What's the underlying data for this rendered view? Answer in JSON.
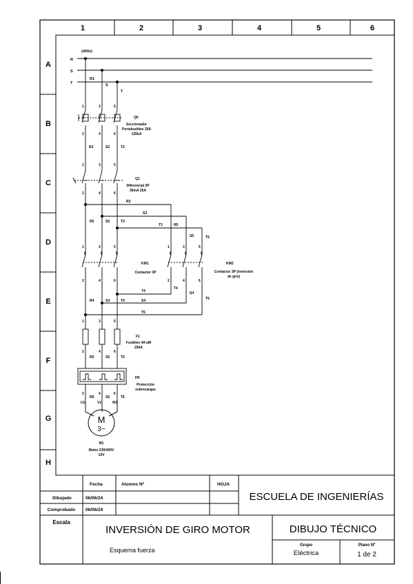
{
  "grid": {
    "columns": [
      "1",
      "2",
      "3",
      "4",
      "5",
      "6"
    ],
    "rows": [
      "A",
      "B",
      "C",
      "D",
      "E",
      "F",
      "G",
      "H"
    ]
  },
  "supply": {
    "voltage": "(400v)",
    "phases": [
      "R",
      "S",
      "T"
    ],
    "r1": "R1",
    "s_short": "S",
    "t_short": "T"
  },
  "q0": {
    "tag": "Q0",
    "lines": [
      "Seccionador",
      "Portafusibles 25A",
      "125kA"
    ],
    "top_terms": [
      "1",
      "3",
      "5"
    ],
    "bottom_terms": [
      "2",
      "4",
      "6"
    ],
    "wires": [
      "R2",
      "S2",
      "T2"
    ]
  },
  "q1": {
    "tag": "Q1",
    "lines": [
      "Diferencial 3P",
      "30mA 25A"
    ],
    "top_terms": [
      "1",
      "3",
      "5"
    ],
    "bottom_terms": [
      "2",
      "4",
      "6"
    ]
  },
  "branch": {
    "r3": "R3",
    "s3": "S3",
    "t3": "T3",
    "t3b": "T3",
    "r5": "R5",
    "s5": "S5",
    "t5": "T5"
  },
  "km1": {
    "tag": "KM1",
    "lines": [
      "Contactor 3P"
    ],
    "top_terms": [
      "1",
      "3",
      "5"
    ],
    "bottom_terms": [
      "2",
      "4",
      "6"
    ]
  },
  "km2": {
    "tag": "KM2",
    "lines": [
      "Contactor 3P (inversión",
      "de giro)"
    ],
    "top_terms": [
      "1",
      "3",
      "5"
    ],
    "bottom_terms": [
      "2",
      "4",
      "6"
    ]
  },
  "cross": {
    "r4": "R4",
    "s4": "S4",
    "t4": "T4",
    "t4_line": "T4",
    "s4_line": "S4",
    "t5_line": "T5",
    "t4_km2": "T4",
    "s4_km2": "S4",
    "t5_km2": "T5"
  },
  "f1": {
    "tag": "F1",
    "lines": [
      "Fusibles 4A aM",
      "20kA"
    ],
    "top_terms": [
      "1",
      "3",
      "5"
    ],
    "bottom_terms": [
      "2",
      "4",
      "6"
    ],
    "wires": [
      "R5",
      "S5",
      "T5"
    ]
  },
  "fr": {
    "tag": "FR",
    "lines": [
      "Protección",
      "sobrecargas"
    ],
    "bottom_terms": [
      "2",
      "4",
      "6"
    ],
    "wires": [
      "R6",
      "S6",
      "T6"
    ]
  },
  "motor": {
    "terms": [
      "U1",
      "V1",
      "W1"
    ],
    "symbol": "M",
    "phase": "3~",
    "tag": "M1",
    "lines": [
      "Motor 230/400V",
      "10V"
    ]
  },
  "title_block": {
    "fecha": "Fecha",
    "alumno": "Alumno Nº",
    "hoja": "HOJA",
    "dibujado": "Dibujado",
    "dibujado_fecha": "06/06/24",
    "comprobado": "Comprobado",
    "comprobado_fecha": "06/06/24",
    "escala": "Escala",
    "school": "ESCUELA DE INGENIERÍAS",
    "title": "INVERSIÓN DE GIRO MOTOR",
    "subtitle": "Esquema fuerza",
    "subject": "DIBUJO TÉCNICO",
    "grupo_label": "Grupo",
    "grupo": "Eléctrica",
    "plano_label": "Plano Nº",
    "plano": "1 de 2"
  }
}
